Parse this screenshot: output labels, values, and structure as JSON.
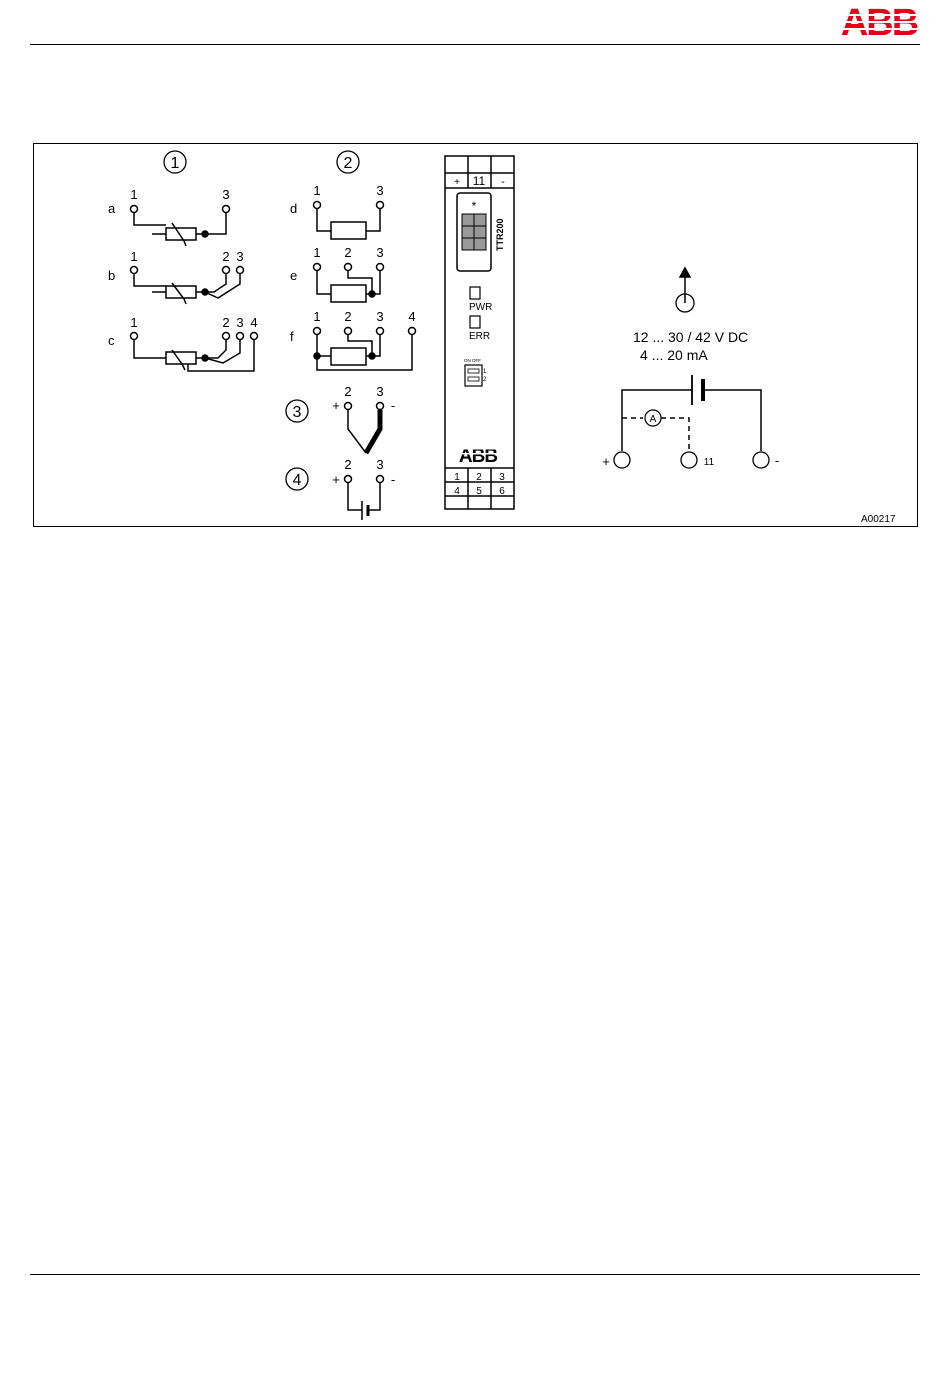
{
  "header": {
    "logo_text": "ABB",
    "logo_color": "#e2001a"
  },
  "diagram": {
    "groups": {
      "g1": "1",
      "g2": "2",
      "g3": "3",
      "g4": "4"
    },
    "rows": {
      "a": "a",
      "b": "b",
      "c": "c",
      "d": "d",
      "e": "e",
      "f": "f"
    },
    "terminals": {
      "t1": "1",
      "t2": "2",
      "t3": "3",
      "t4": "4",
      "plus": "+",
      "minus": "-"
    },
    "device": {
      "top_plus": "+",
      "top_11": "11",
      "top_minus": "-",
      "star": "*",
      "model": "TTR200",
      "led_pwr": "PWR",
      "led_err": "ERR",
      "dip_label": "ON OFF",
      "dip_1": "1",
      "dip_2": "2",
      "logo": "ABB",
      "bottom_terms": [
        "1",
        "2",
        "3",
        "4",
        "5",
        "6"
      ]
    },
    "supply": {
      "voltage": "12 ... 30 / 42 V DC",
      "current": "4 ... 20 mA",
      "ammeter": "A",
      "term_plus": "+",
      "term_11": "11",
      "term_minus": "-"
    },
    "figure_id": "A00217"
  }
}
